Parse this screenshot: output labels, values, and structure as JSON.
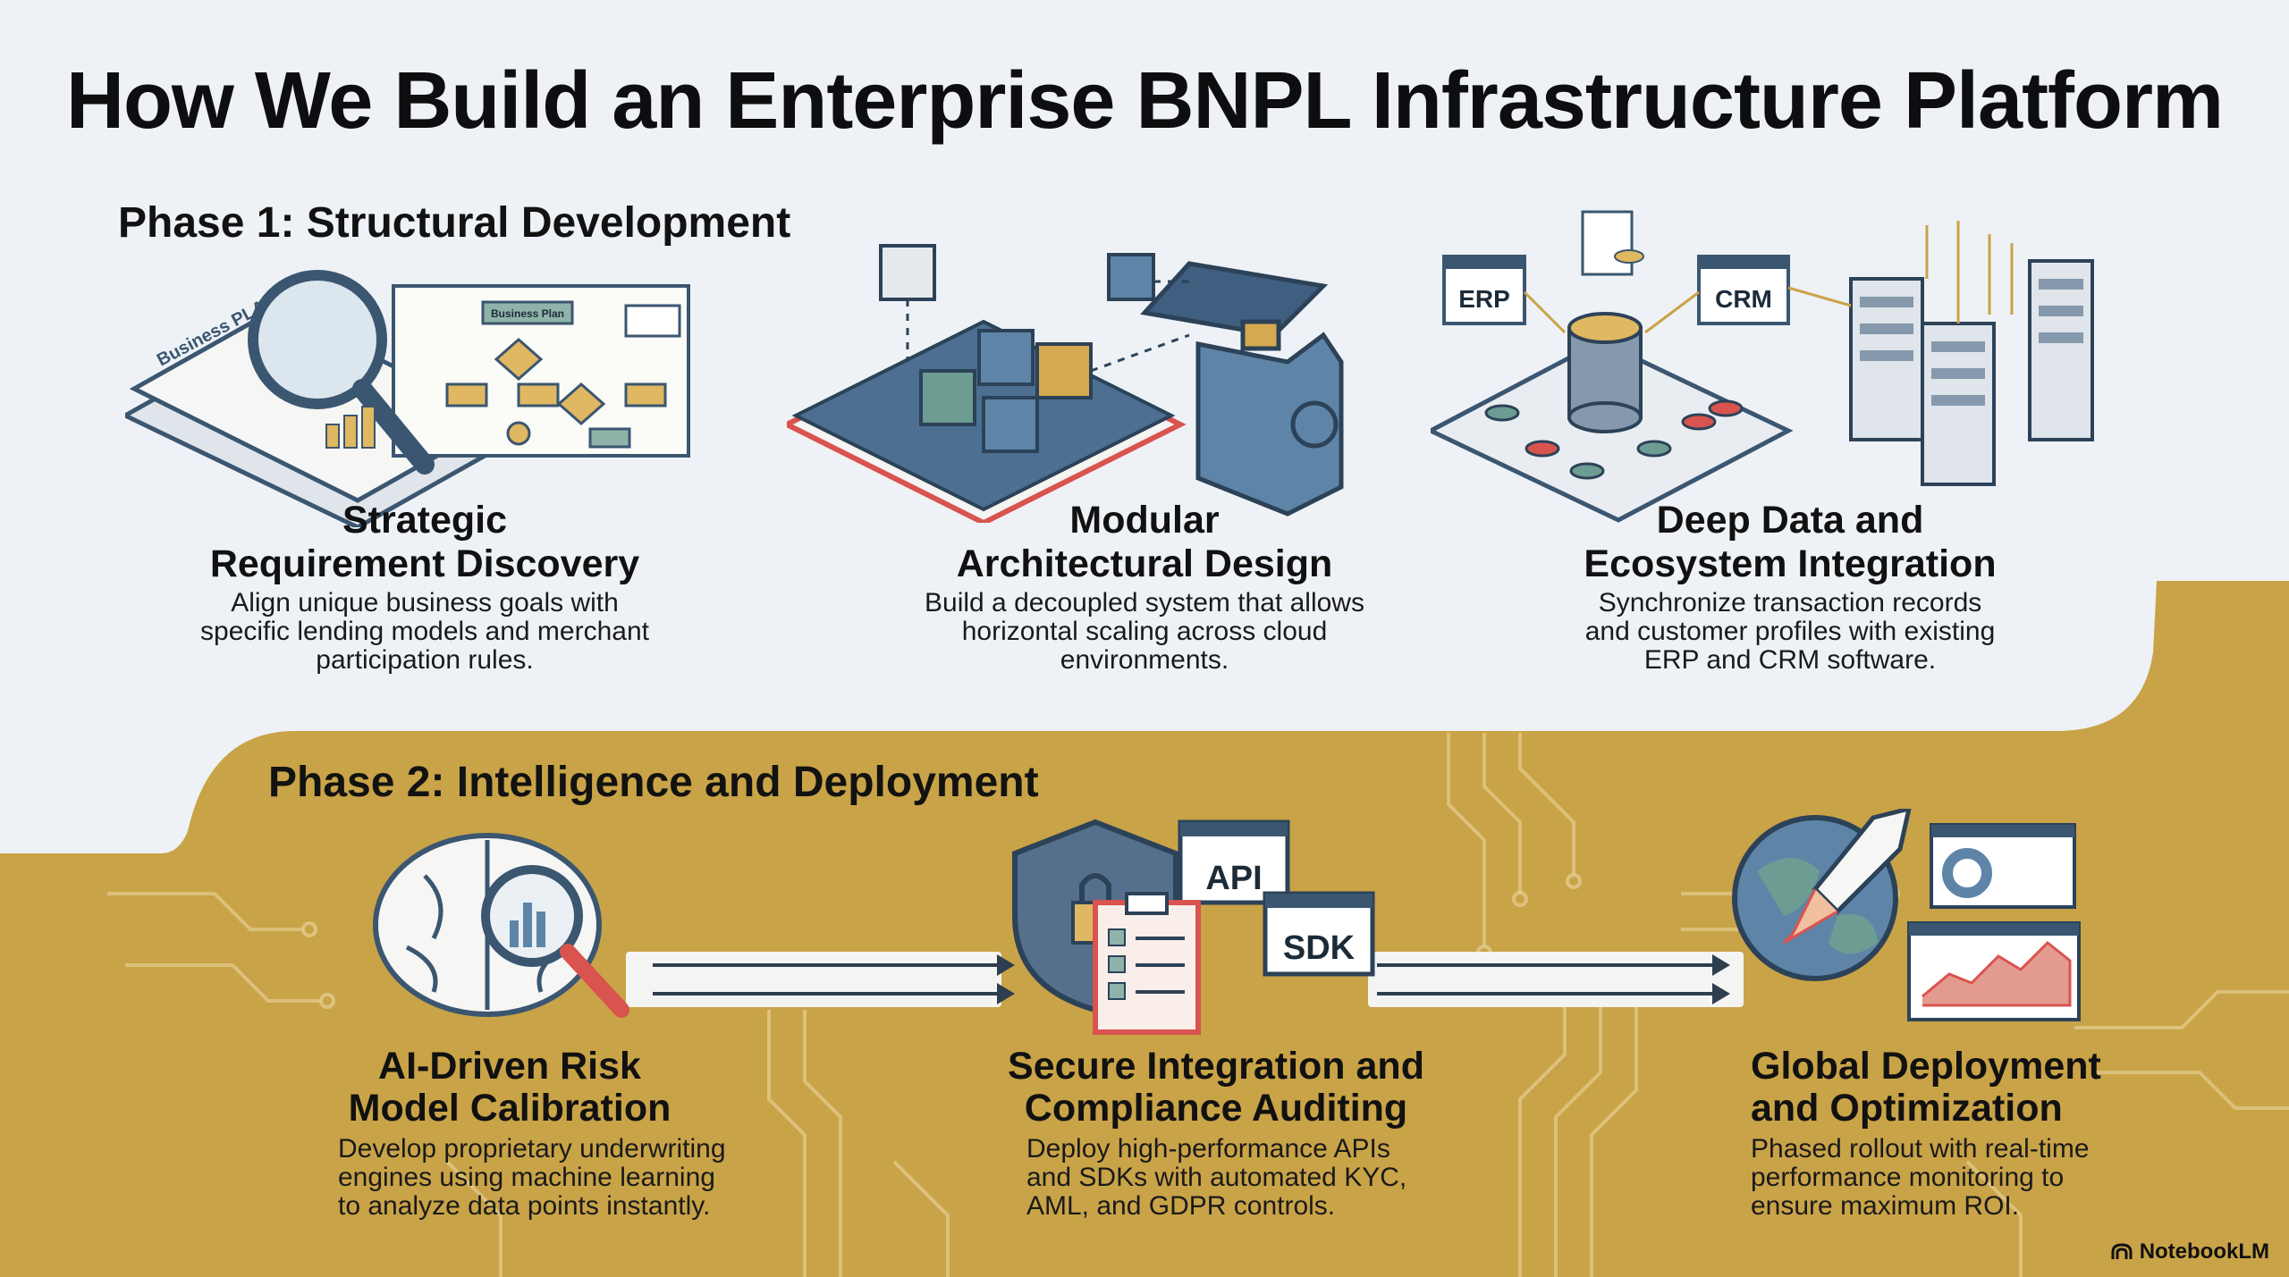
{
  "title": "How We Build an Enterprise BNPL Infrastructure Platform",
  "phase1": {
    "label": "Phase 1: Structural Development",
    "steps": [
      {
        "title_line1": "Strategic",
        "title_line2": "Requirement Discovery",
        "desc_line1": "Align unique business goals with",
        "desc_line2": "specific lending models and merchant",
        "desc_line3": "participation rules."
      },
      {
        "title_line1": "Modular",
        "title_line2": "Architectural Design",
        "desc_line1": "Build a decoupled system that allows",
        "desc_line2": "horizontal scaling across cloud",
        "desc_line3": "environments."
      },
      {
        "title_line1": "Deep Data and",
        "title_line2": "Ecosystem Integration",
        "desc_line1": "Synchronize transaction records",
        "desc_line2": "and customer profiles with existing",
        "desc_line3": "ERP and CRM software."
      }
    ]
  },
  "phase2": {
    "label": "Phase 2: Intelligence and Deployment",
    "steps": [
      {
        "title_line1": "AI-Driven Risk",
        "title_line2": "Model Calibration",
        "desc_line1": "Develop proprietary underwriting",
        "desc_line2": "engines using machine learning",
        "desc_line3": "to analyze data points instantly."
      },
      {
        "title_line1": "Secure Integration and",
        "title_line2": "Compliance Auditing",
        "desc_line1": "Deploy high-performance APIs",
        "desc_line2": "and SDKs with automated KYC,",
        "desc_line3": "AML, and GDPR controls."
      },
      {
        "title_line1": "Global Deployment",
        "title_line2": "and Optimization",
        "desc_line1": "Phased rollout with real-time",
        "desc_line2": "performance monitoring to",
        "desc_line3": "ensure maximum ROI."
      }
    ]
  },
  "labels": {
    "business_plan": "Business Plan",
    "business_plan_doc": "Business PLA",
    "erp": "ERP",
    "crm": "CRM",
    "api": "API",
    "sdk": "SDK"
  },
  "brand": "NotebookLM",
  "colors": {
    "background": "#eef2f6",
    "gold": "#c9a347",
    "navy": "#3b5670",
    "accent_red": "#d9534f",
    "circuit": "#e4cd8d"
  },
  "icons": [
    "magnifier-icon",
    "flowchart-icon",
    "modular-blocks-icon",
    "database-icon",
    "server-rack-icon",
    "brain-icon",
    "shield-lock-icon",
    "clipboard-checklist-icon",
    "globe-icon",
    "rocket-icon",
    "dashboard-chart-icon",
    "notebook-logo-icon"
  ]
}
